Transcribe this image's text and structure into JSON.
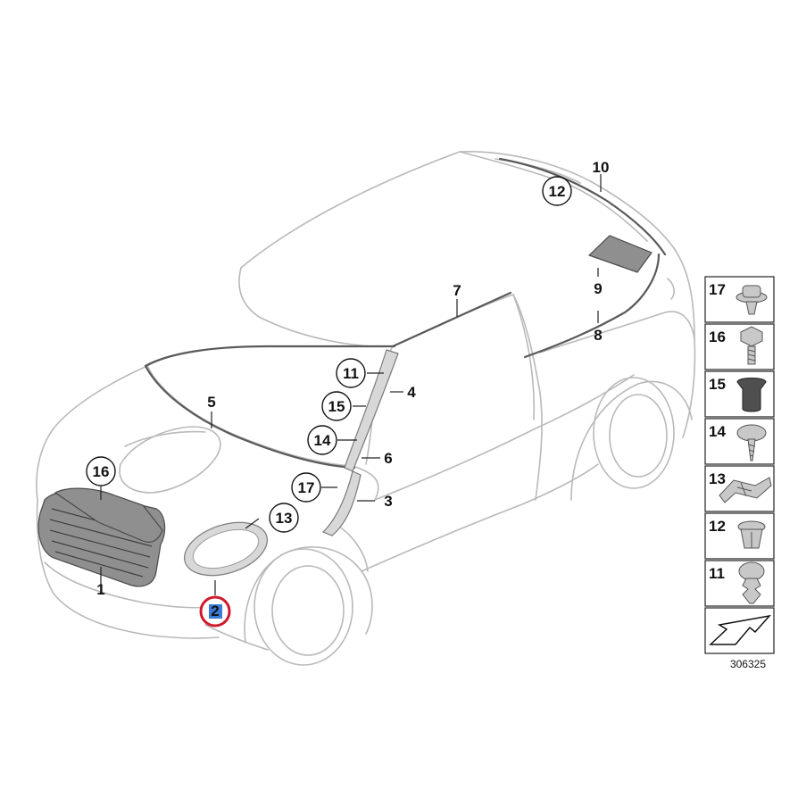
{
  "callouts": [
    {
      "id": "callout-1",
      "text": "1",
      "circled": false
    },
    {
      "id": "callout-2",
      "text": "2",
      "circled": false,
      "highlighted": true
    },
    {
      "id": "callout-3",
      "text": "3",
      "circled": false
    },
    {
      "id": "callout-4",
      "text": "4",
      "circled": false
    },
    {
      "id": "callout-5",
      "text": "5",
      "circled": false
    },
    {
      "id": "callout-6",
      "text": "6",
      "circled": false
    },
    {
      "id": "callout-7",
      "text": "7",
      "circled": false
    },
    {
      "id": "callout-8",
      "text": "8",
      "circled": false
    },
    {
      "id": "callout-9",
      "text": "9",
      "circled": false
    },
    {
      "id": "callout-10",
      "text": "10",
      "circled": false
    },
    {
      "id": "callout-11",
      "text": "11",
      "circled": true
    },
    {
      "id": "callout-12",
      "text": "12",
      "circled": true
    },
    {
      "id": "callout-13",
      "text": "13",
      "circled": true
    },
    {
      "id": "callout-14",
      "text": "14",
      "circled": true
    },
    {
      "id": "callout-15",
      "text": "15",
      "circled": true
    },
    {
      "id": "callout-16",
      "text": "16",
      "circled": true
    },
    {
      "id": "callout-17",
      "text": "17",
      "circled": true
    }
  ],
  "legend": [
    "17",
    "16",
    "15",
    "14",
    "13",
    "12",
    "11"
  ],
  "diagram_code": "306325",
  "highlight_color": "#d0192b",
  "highlight_fill": "#3a7bd5"
}
